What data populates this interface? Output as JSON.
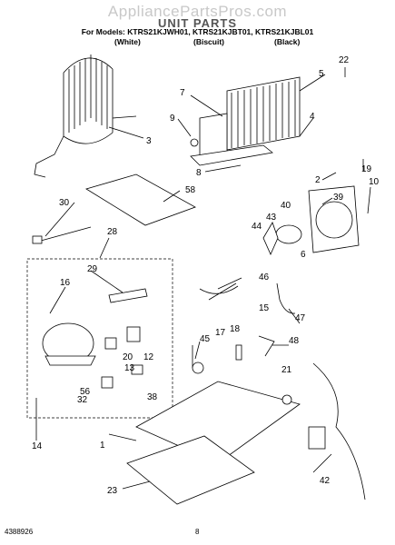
{
  "watermark": "AppliancePartsPros.com",
  "title": "UNIT PARTS",
  "models": "For Models: KTRS21KJWH01, KTRS21KJBT01, KTRS21KJBL01",
  "variants": [
    "(White)",
    "(Biscuit)",
    "(Black)"
  ],
  "footer": {
    "part_number": "4388926",
    "page": "8"
  },
  "callouts": [
    "22",
    "5",
    "7",
    "9",
    "4",
    "3",
    "8",
    "2",
    "19",
    "58",
    "10",
    "30",
    "39",
    "28",
    "40",
    "44",
    "43",
    "6",
    "29",
    "16",
    "46",
    "47",
    "15",
    "20",
    "17",
    "18",
    "48",
    "12",
    "45",
    "13",
    "56",
    "32",
    "38",
    "21",
    "1",
    "14",
    "42",
    "23"
  ]
}
